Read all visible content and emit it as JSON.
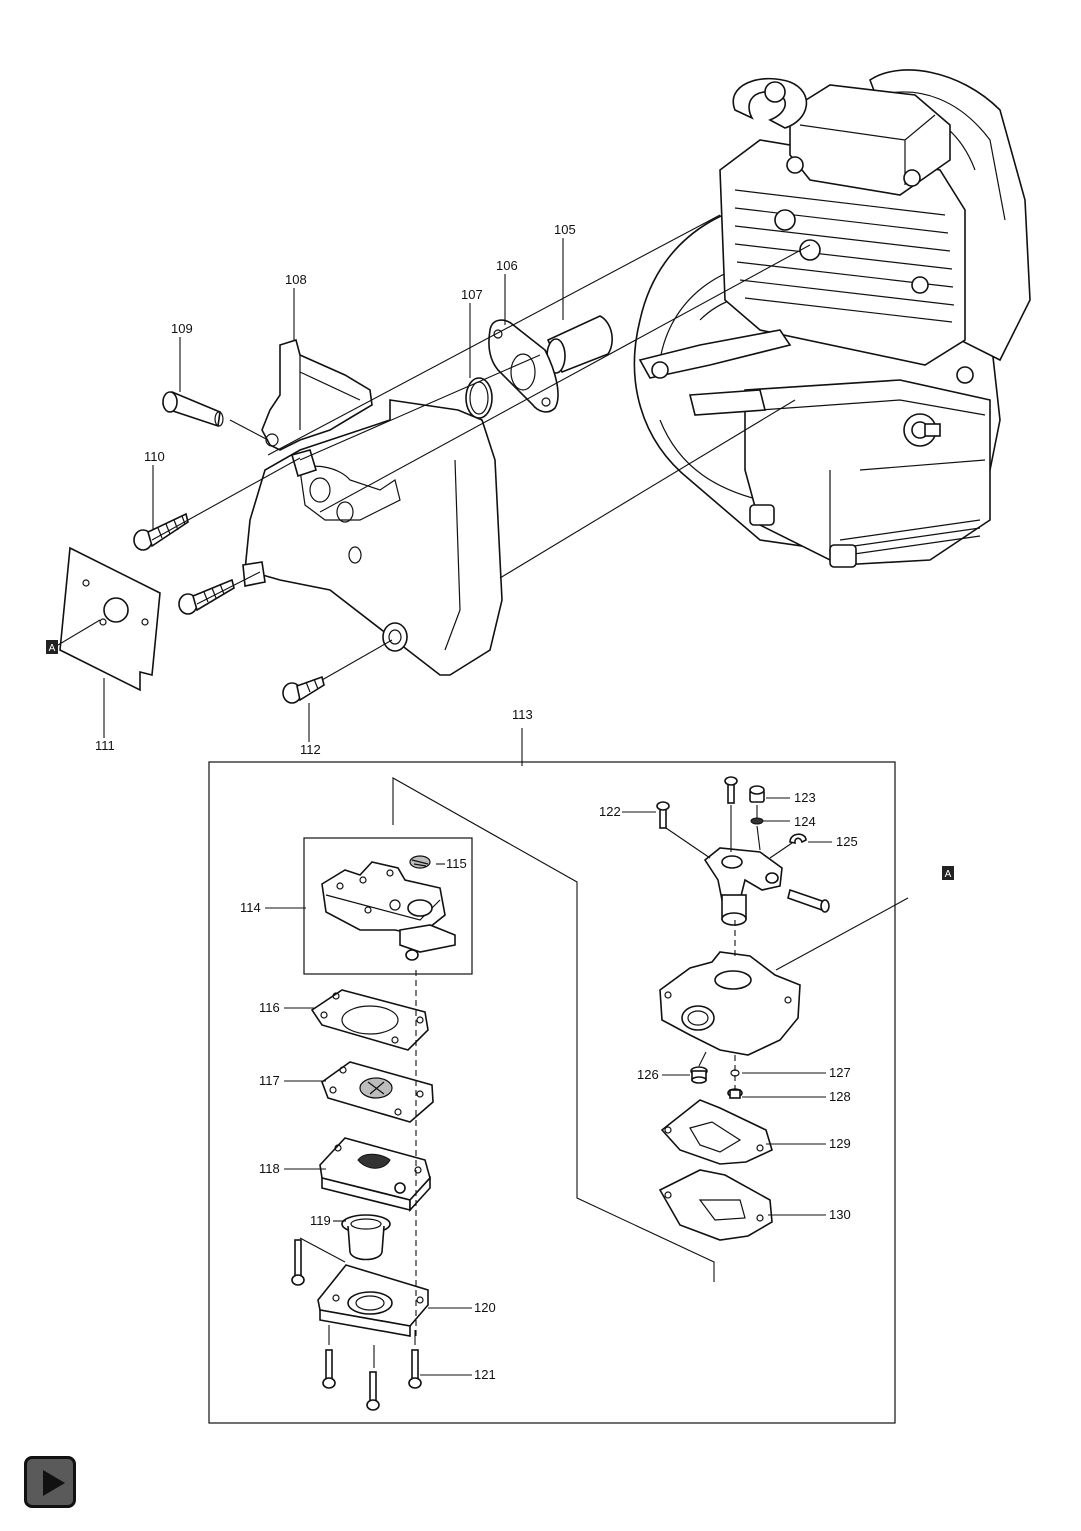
{
  "parts": [
    {
      "id": "105",
      "label": "105"
    },
    {
      "id": "106",
      "label": "106"
    },
    {
      "id": "107",
      "label": "107"
    },
    {
      "id": "108",
      "label": "108"
    },
    {
      "id": "109",
      "label": "109"
    },
    {
      "id": "110",
      "label": "110"
    },
    {
      "id": "111",
      "label": "111"
    },
    {
      "id": "112",
      "label": "112"
    },
    {
      "id": "113",
      "label": "113"
    },
    {
      "id": "114",
      "label": "114"
    },
    {
      "id": "115",
      "label": "115"
    },
    {
      "id": "116",
      "label": "116"
    },
    {
      "id": "117",
      "label": "117"
    },
    {
      "id": "118",
      "label": "118"
    },
    {
      "id": "119",
      "label": "119"
    },
    {
      "id": "120",
      "label": "120"
    },
    {
      "id": "121",
      "label": "121"
    },
    {
      "id": "122",
      "label": "122"
    },
    {
      "id": "123",
      "label": "123"
    },
    {
      "id": "124",
      "label": "124"
    },
    {
      "id": "125",
      "label": "125"
    },
    {
      "id": "126",
      "label": "126"
    },
    {
      "id": "127",
      "label": "127"
    },
    {
      "id": "128",
      "label": "128"
    },
    {
      "id": "129",
      "label": "129"
    },
    {
      "id": "130",
      "label": "130"
    }
  ],
  "reference_marker": "A",
  "navigation": {
    "next_icon": "play-icon"
  }
}
